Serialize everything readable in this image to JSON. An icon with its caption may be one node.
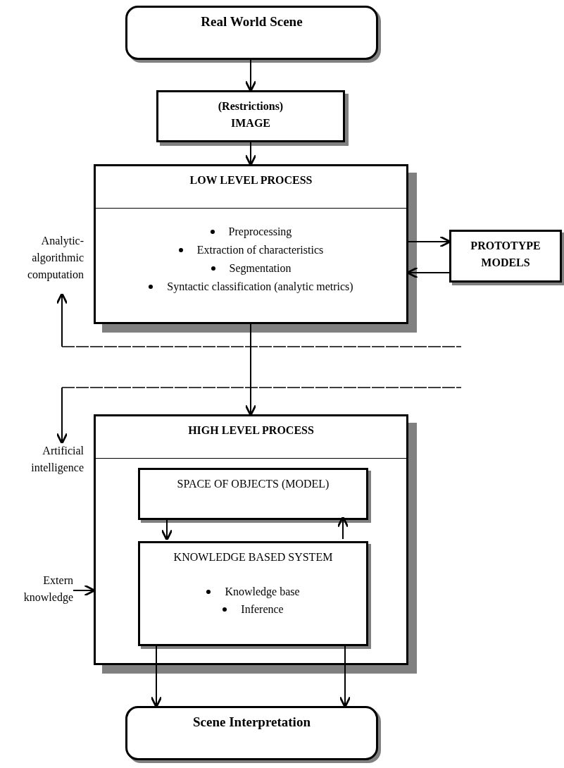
{
  "diagram": {
    "nodes": [
      {
        "text": [
          "Real World Scene"
        ]
      },
      {
        "text": [
          "(Restrictions) IMAGE"
        ]
      },
      {
        "text": [
          "LOW LEVEL PROCESS",
          "Preprocessing",
          "Extraction of characteristics",
          "Segmentation",
          "Syntactic classification (analytic metrics)"
        ]
      },
      {
        "text": [
          "PROTOTYPE MODELS"
        ]
      },
      {
        "text": [
          "HIGH LEVEL PROCESS"
        ]
      },
      {
        "text": [
          "SPACE OF OBJECTS (MODEL)"
        ],
        "in": 4
      },
      {
        "text": [
          "KNOWLEDGE BASED SYSTEM",
          "Knowledge base",
          "Inference"
        ],
        "in": 4
      },
      {
        "text": [
          "Scene Interpretation"
        ]
      },
      {
        "text": [
          "Analytic- algorithmic computation"
        ]
      },
      {
        "text": [
          "Artificial intelligence"
        ]
      },
      {
        "text": [
          "Extern knowledge"
        ]
      }
    ],
    "edges": [
      {
        "from": 0,
        "to": 1,
        "arrow": "to"
      },
      {
        "from": 1,
        "to": 2,
        "arrow": "to"
      },
      {
        "from": 2,
        "to": 3,
        "arrow": "to"
      },
      {
        "from": 3,
        "to": 2,
        "arrow": "to"
      },
      {
        "from": 2,
        "to": 4,
        "arrow": "to"
      },
      {
        "from": 5,
        "to": 6,
        "arrow": "to"
      },
      {
        "from": 6,
        "to": 5,
        "arrow": "to"
      },
      {
        "from": 6,
        "to": 7,
        "arrow": "to"
      },
      {
        "from": 6,
        "to": 7,
        "arrow": "to"
      },
      {
        "from": null,
        "to": 8,
        "arrow": "to"
      },
      {
        "from": null,
        "to": 9,
        "arrow": "to"
      },
      {
        "from": 10,
        "to": 4,
        "arrow": "to"
      }
    ]
  }
}
